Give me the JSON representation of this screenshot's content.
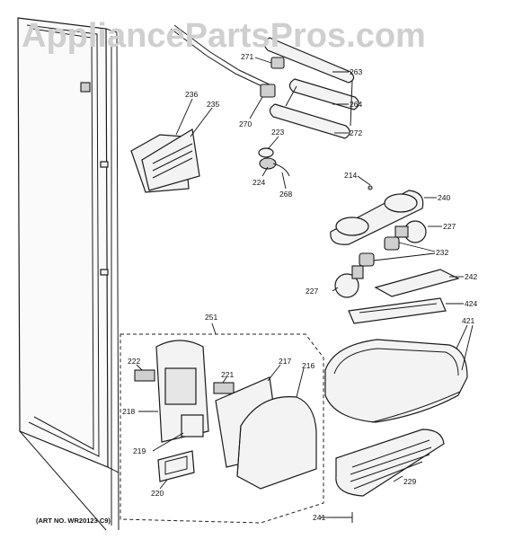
{
  "watermark": "AppliancePartsPros.com",
  "art_number": "(ART NO. WR20123 C9)",
  "callouts": {
    "c271": "271",
    "c263": "263",
    "c264": "264",
    "c270": "270",
    "c272": "272",
    "c236": "236",
    "c235": "235",
    "c223": "223",
    "c224": "224",
    "c268": "268",
    "c214": "214",
    "c240": "240",
    "c227a": "227",
    "c232": "232",
    "c242": "242",
    "c227b": "227",
    "c424": "424",
    "c251": "251",
    "c421": "421",
    "c222": "222",
    "c221": "221",
    "c217": "217",
    "c216": "216",
    "c218": "218",
    "c219": "219",
    "c220": "220",
    "c229": "229",
    "c241": "241"
  },
  "colors": {
    "ink": "#1a1a1a",
    "watermark": "#cfcfcf",
    "part_fill": "#f3f3f3"
  }
}
